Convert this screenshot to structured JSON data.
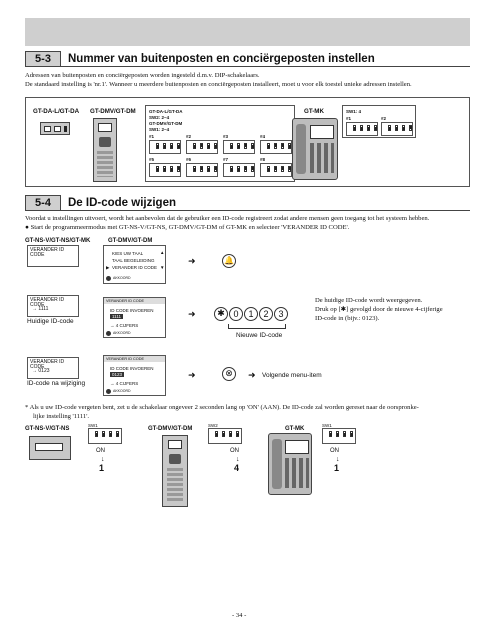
{
  "sec53": {
    "num": "5-3",
    "title": "Nummer van buitenposten en conciërgeposten instellen",
    "p1": "Adressen van buitenposten en conciërgeposten worden ingesteld d.m.v. DIP-schakelaars.",
    "p2": "De standaard instelling is 'nr.1'. Wanneer u meerdere buitenposten en conciërgeposten installeert, moet u voor elk toestel unieke adressen instellen.",
    "label_dal": "GT-DA-L/GT-DA",
    "label_dmv": "GT-DMV/GT-DM",
    "sw_head1": "GT-DA-L/GT-DA",
    "sw_head2": "SW2: 2~4",
    "sw_head3": "GT-DMV/GT-DM",
    "sw_head4": "SW1: 2~4",
    "nums": [
      "#1",
      "#2",
      "#3",
      "#4",
      "#5",
      "#6",
      "#7",
      "#8"
    ],
    "on": "ON",
    "digits": "1 2 3 4",
    "label_mk": "GT-MK",
    "mk_sw": "SW1: 4",
    "mk_nums": [
      "#1",
      "#2"
    ]
  },
  "sec54": {
    "num": "5-4",
    "title": "De ID-code wijzigen",
    "p1": "Voordat u instellingen uitvoert, wordt het aanbevolen dat de gebruiker een ID-code registreert zodat andere mensen geen toegang tot het systeem hebben.",
    "p2": "● Start de programmeermodus met GT-NS-V/GT-NS, GT-DMV/GT-DM of GT-MK en selecteer 'VERANDER ID CODE'.",
    "col1": "GT-NS-V/GT-NS/GT-MK",
    "col2": "GT-DMV/GT-DM",
    "screen1": "VERANDER ID CODE",
    "menu_items": [
      "KIES UW TAAL",
      "TAAL BEGELEIDING",
      "VERANDER ID CODE"
    ],
    "menu_foot": "AKKOORD",
    "row2_title": "VERANDER ID CODE",
    "row2_val": "→ 1111",
    "row2_label": "Huidige ID-code",
    "dm_head": "VERANDER ID CODE",
    "dm_prompt": "ID CODE INVOEREN",
    "dm_code1": "1111",
    "dm_hint": "→ 4 CIJFERS",
    "keys": [
      "✱",
      "0",
      "1",
      "2",
      "3"
    ],
    "new_id": "Nieuwe ID-code",
    "side1": "De huidige ID-code wordt weergegeven.",
    "side2": "Druk op [✱] gevolgd door de nieuwe 4-cijferige",
    "side3": "ID-code in (bijv.: 0123).",
    "row3_title": "VERANDER ID CODE",
    "row3_val": "→ 0123",
    "row3_label": "ID-code na wijziging",
    "dm_code2": "0123",
    "next_item": "Volgende menu-item",
    "note1": "* Als u uw ID-code vergeten bent, zet u de schakelaar ongeveer 2 seconden lang op 'ON' (AAN). De ID-code zal worden gereset naar de oorspronke-",
    "note2": "lijke instelling '1111'.",
    "b_ns": "GT-NS-V/GT-NS",
    "b_dm": "GT-DMV/GT-DM",
    "b_mk": "GT-MK",
    "sw1": "SW1",
    "sw2": "SW2",
    "on": "ON",
    "sw_nums": [
      "1",
      "4",
      "1"
    ]
  },
  "footer": {
    "page": "- 34 -"
  }
}
